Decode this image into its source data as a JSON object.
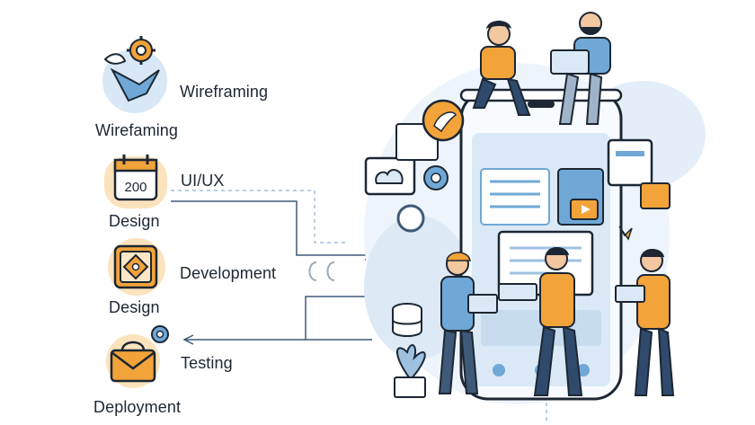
{
  "steps": [
    {
      "name": "wireframing",
      "title": "Wireframing",
      "caption": "Wirefaming",
      "icon": "bird-gear-icon"
    },
    {
      "name": "uiux",
      "title": "UI/UX",
      "caption": "Design",
      "icon": "calendar-icon",
      "badge": "200"
    },
    {
      "name": "development",
      "title": "Development",
      "caption": "Design",
      "icon": "diamond-frame-icon"
    },
    {
      "name": "testing",
      "title": "Testing",
      "caption": "Deployment",
      "icon": "envelope-gear-icon"
    }
  ],
  "colors": {
    "accent_orange": "#f2a33a",
    "accent_blue": "#6fa8d6",
    "soft_blue": "#dbe9f6",
    "ink": "#1d2733"
  },
  "illustration": {
    "subject": "phone-app-development-team",
    "icons": [
      "cloud-icon",
      "gear-icon",
      "rocket-icon",
      "play-icon",
      "database-icon",
      "plant-icon",
      "image-icon",
      "document-icon"
    ]
  }
}
